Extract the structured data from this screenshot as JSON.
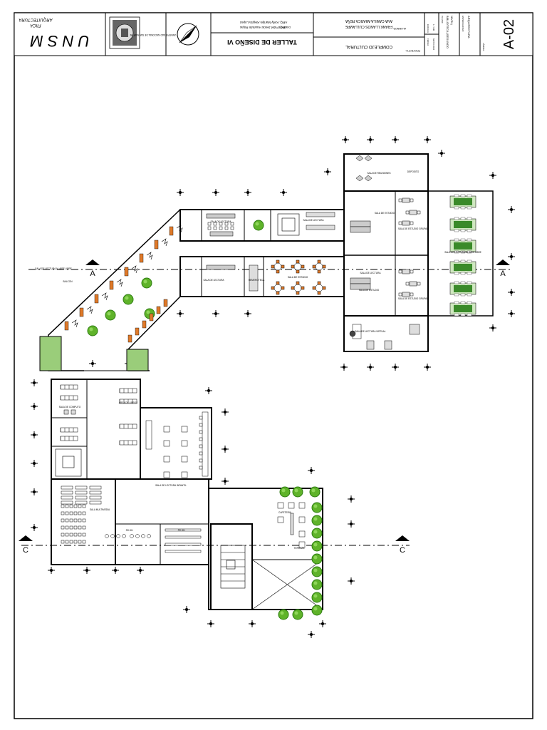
{
  "title_block": {
    "university": "U N S M",
    "faculty_lines": [
      "FIICA",
      "ARQUITECTURA"
    ],
    "seal_text": "UNIVERSIDAD NACIONAL DE SAN MARTIN",
    "course": "TALLER DE DISEÑO VI",
    "docentes_label": "DOCENTE",
    "docentes": [
      "ARQ. Kelly Marilyn Alegría Lopez",
      "ARQ. Fidel Jesús Huamán Rojas"
    ],
    "alumnos_label": "ALUMNOS:",
    "alumnos": [
      "ANA CAMILA ABARCA PEÑA",
      "FRANK LLANOS CULLAMPE"
    ],
    "proyecto_label": "PROYECTO:",
    "proyecto": "COMPLEJO CULTURAL",
    "escala_label": "ESCALA",
    "escala": "1 / 100",
    "fecha_label": "FECHA",
    "fecha": "MAYO 2024",
    "plano_label": "PLANO:",
    "plano": [
      "BIBLIOTECA (SEGUNDO",
      "NIVEL)"
    ],
    "especialidad_label": "ESPECIALIDAD:",
    "especialidad": "ARQUITECTURA",
    "lamina_label": "LÁMINA:",
    "lamina": "A-02"
  },
  "sections": {
    "a_left": "A",
    "a_right": "A",
    "c_left": "C",
    "c_right": "C"
  },
  "room_labels": {
    "sala_estudio_1": "SALA DE ESTUDIO",
    "sala_estudio_2": "SALA DE ESTUDIO",
    "sala_estudio_3": "SALA DE ESTUDIO",
    "sala_lectura_aire": "SALA DE LECTURA AL AIRE LIBRE",
    "sala_lectura_aire_2": "SALA DE LECTURA AL AIRE LIBRE",
    "sala_grupal": "SALA DE ESTUDIO GRUPAL",
    "sala_grupal_2": "SALA DE ESTUDIO GRUPAL",
    "sala_reuniones": "SALA DE REUNIONES",
    "deposito": "DEPOSITO",
    "sala_lectura": "SALA DE LECTURA",
    "sala_lectura_2": "SALA DE LECTURA",
    "sala_lectura_3": "SALA DE LECTURA",
    "sala_lectura_4": "SALA DE LECTURA",
    "sala_lectura_infantil": "SALA DE LECTURA INFANTIL",
    "hemeroteca": "HEMEROTECA",
    "sala_lectura_virtual": "SALA DE LECTURA VIRTUAL",
    "area_libros": "AREA DE LIBROS",
    "sala_computo": "SALA DE COMPUTO",
    "sala_multimedia": "SALA MULTIMEDIA",
    "sshh": "SS.HH.",
    "sshh_2": "SS.HH.",
    "balcon": "BALCON",
    "terraza": "TERRAZA",
    "cafeteria": "CAFETERIA"
  },
  "colors": {
    "line": "#000000",
    "tree_green": "#5fb32a",
    "tree_dark": "#2e7d12",
    "planter": "#9acd7a",
    "accent_orange": "#e07a2a",
    "green_table": "#3a8a2a"
  },
  "icons": [
    "north-arrow-icon",
    "university-seal-icon"
  ]
}
